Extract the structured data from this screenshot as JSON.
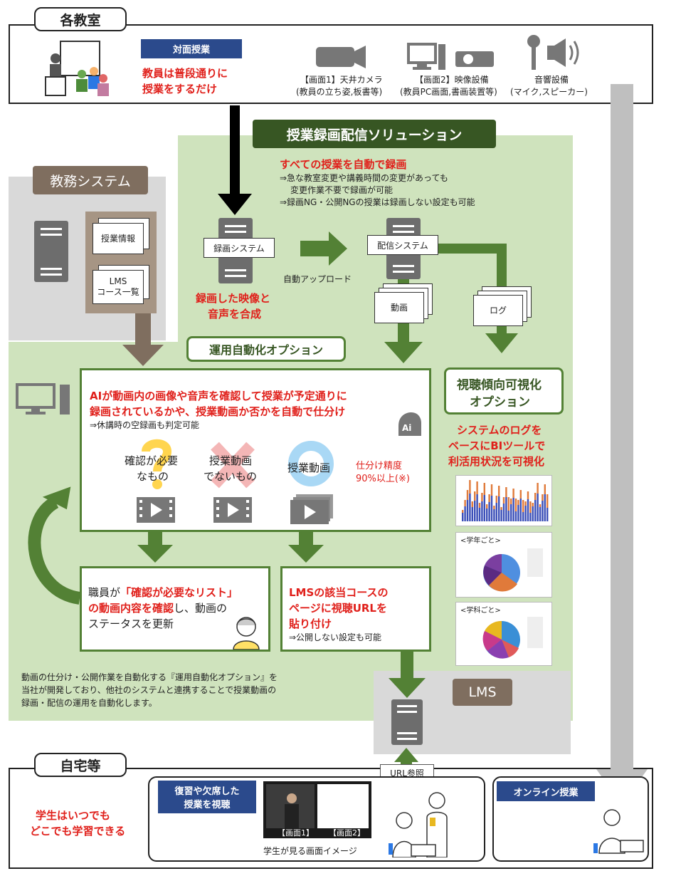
{
  "classroom": {
    "title": "各教室",
    "face_to_face_label": "対面授業",
    "teacher_text_line1": "教員は普段通りに",
    "teacher_text_line2": "授業をするだけ",
    "device1_line1": "【画面1】天井カメラ",
    "device1_line2": "(教員の立ち姿,板書等)",
    "device2_line1": "【画面2】映像設備",
    "device2_line2": "(教員PC画面,書画装置等)",
    "device3_line1": "音響設備",
    "device3_line2": "(マイク,スピーカー)"
  },
  "solution": {
    "title": "授業録画配信ソリューション",
    "auto_record_title": "すべての授業を自動で録画",
    "auto_record_line1": "⇒急な教室変更や講義時間の変更があっても",
    "auto_record_line2": "変更作業不要で録画が可能",
    "auto_record_line3": "⇒録画NG・公開NGの授業は録画しない設定も可能",
    "recording_system": "録画システム",
    "distribution_system": "配信システム",
    "auto_upload": "自動アップロード",
    "merge_line1": "録画した映像と",
    "merge_line2": "音声を合成",
    "video_doc": "動画",
    "log_doc": "ログ"
  },
  "academic": {
    "title": "教務システム",
    "doc1": "授業情報",
    "doc2_line1": "LMS",
    "doc2_line2": "コース一覧"
  },
  "automation": {
    "title": "運用自動化オプション",
    "ai_line1": "AIが動画内の画像や音声を確認して授業が予定通りに",
    "ai_line2": "録画されているかや、授業動画か否かを自動で仕分け",
    "ai_sub": "⇒休講時の空録画も判定可能",
    "cat1_line1": "確認が必要",
    "cat1_line2": "なもの",
    "cat2_line1": "授業動画",
    "cat2_line2": "でないもの",
    "cat3": "授業動画",
    "accuracy_line1": "仕分け精度",
    "accuracy_line2": "90%以上(※)",
    "ai_badge": "Ai",
    "staff_line1_a": "職員が",
    "staff_line1_b": "「確認が必要なリスト」",
    "staff_line2_a": "の動画内容を確認",
    "staff_line2_b": "し、動画の",
    "staff_line3": "ステータスを更新",
    "lms_line1": "LMSの該当コースの",
    "lms_line2": "ページに視聴URLを",
    "lms_line3": "貼り付け",
    "lms_sub": "⇒公開しない設定も可能",
    "footnote_line1": "動画の仕分け・公開作業を自動化する『運用自動化オプション』を",
    "footnote_line2": "当社が開発しており、他社のシステムと連携することで授業動画の",
    "footnote_line3": "録画・配信の運用を自動化します。"
  },
  "visualization": {
    "title_line1": "視聴傾向可視化",
    "title_line2": "オプション",
    "desc_line1": "システムのログを",
    "desc_line2": "ベースにBIツールで",
    "desc_line3": "利活用状況を可視化",
    "chart2_caption": "<学年ごと>",
    "chart3_caption": "<学科ごと>"
  },
  "lms": {
    "title": "LMS",
    "url_ref": "URL参照"
  },
  "home": {
    "title": "自宅等",
    "student_line1": "学生はいつでも",
    "student_line2": "どこでも学習できる",
    "review_line1": "復習や欠席した",
    "review_line2": "授業を視聴",
    "screen1": "【画面1】",
    "screen2": "【画面2】",
    "screen_caption": "学生が見る画面イメージ",
    "online_label": "オンライン授業"
  },
  "colors": {
    "green_bg": "#cfe3bd",
    "green_dark": "#538135",
    "red": "#e0201b",
    "navy": "#2b4a8c",
    "gray": "#7f7f7f"
  }
}
